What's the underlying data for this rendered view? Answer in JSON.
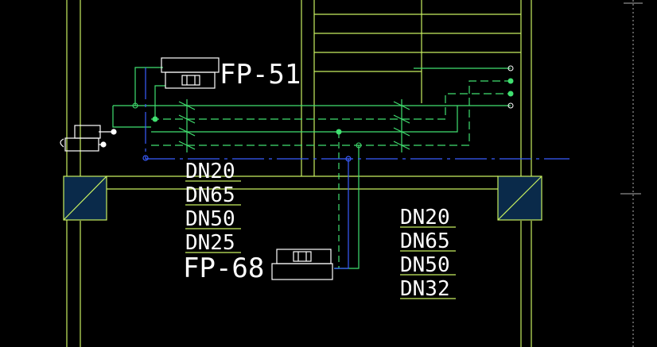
{
  "drawing": {
    "background": "#000000",
    "colors": {
      "wall": "#c8f060",
      "supply_pipe": "#40e070",
      "condensate_pipe": "#3a5cff",
      "equipment": "#ffffff",
      "column_fill": "#0a2a4a",
      "label": "#ffffff",
      "crosshair": "#b0b0b0"
    },
    "equipment_labels": {
      "fp51": "FP-51",
      "fp68": "FP-68"
    },
    "pipe_sizes_left": [
      "DN20",
      "DN65",
      "DN50",
      "DN25"
    ],
    "pipe_sizes_right": [
      "DN20",
      "DN65",
      "DN50",
      "DN32"
    ]
  }
}
